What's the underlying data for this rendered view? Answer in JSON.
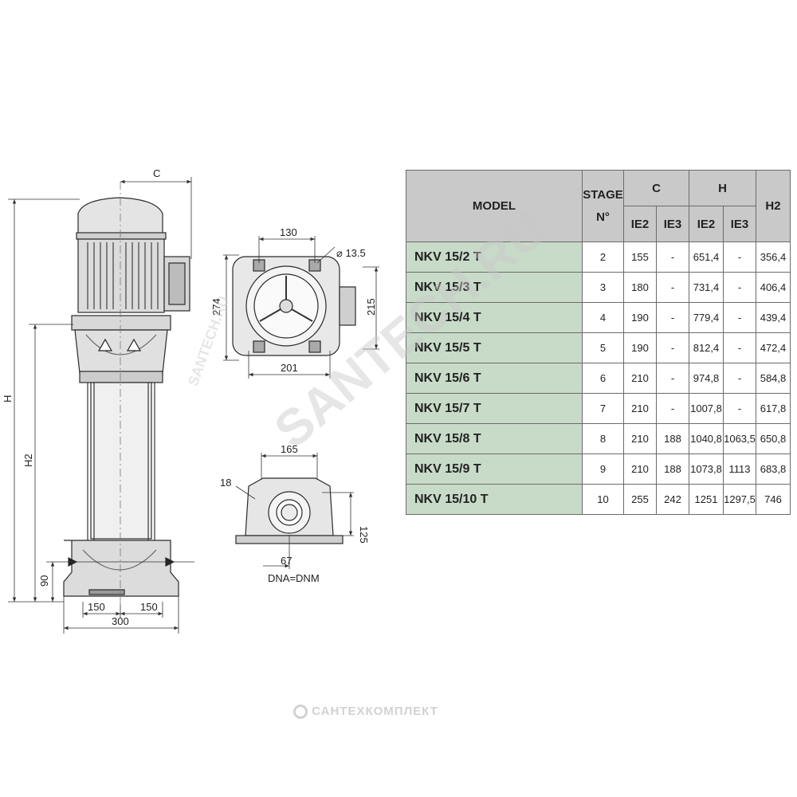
{
  "dimensions": {
    "c": "C",
    "h": "H",
    "h2": "H2",
    "d90": "90",
    "d150a": "150",
    "d150b": "150",
    "d300": "300",
    "d130": "130",
    "d13_5": "⌀ 13.5",
    "d274": "274",
    "d215": "215",
    "d201": "201",
    "d165": "165",
    "d18": "18",
    "d125": "125",
    "d67": "67",
    "dna": "DNA=DNM"
  },
  "table": {
    "headers": {
      "model": "MODEL",
      "stage_line1": "STAGE",
      "stage_line2": "N°",
      "c": "C",
      "h": "H",
      "h2": "H2",
      "ie2": "IE2",
      "ie3": "IE3"
    },
    "rows": [
      {
        "model": "NKV 15/2 T",
        "stage": "2",
        "c_ie2": "155",
        "c_ie3": "-",
        "h_ie2": "651,4",
        "h_ie3": "-",
        "h2": "356,4"
      },
      {
        "model": "NKV 15/3 T",
        "stage": "3",
        "c_ie2": "180",
        "c_ie3": "-",
        "h_ie2": "731,4",
        "h_ie3": "-",
        "h2": "406,4"
      },
      {
        "model": "NKV 15/4 T",
        "stage": "4",
        "c_ie2": "190",
        "c_ie3": "-",
        "h_ie2": "779,4",
        "h_ie3": "-",
        "h2": "439,4"
      },
      {
        "model": "NKV 15/5 T",
        "stage": "5",
        "c_ie2": "190",
        "c_ie3": "-",
        "h_ie2": "812,4",
        "h_ie3": "-",
        "h2": "472,4"
      },
      {
        "model": "NKV 15/6 T",
        "stage": "6",
        "c_ie2": "210",
        "c_ie3": "-",
        "h_ie2": "974,8",
        "h_ie3": "-",
        "h2": "584,8"
      },
      {
        "model": "NKV 15/7 T",
        "stage": "7",
        "c_ie2": "210",
        "c_ie3": "-",
        "h_ie2": "1007,8",
        "h_ie3": "-",
        "h2": "617,8"
      },
      {
        "model": "NKV 15/8 T",
        "stage": "8",
        "c_ie2": "210",
        "c_ie3": "188",
        "h_ie2": "1040,8",
        "h_ie3": "1063,5",
        "h2": "650,8"
      },
      {
        "model": "NKV 15/9 T",
        "stage": "9",
        "c_ie2": "210",
        "c_ie3": "188",
        "h_ie2": "1073,8",
        "h_ie3": "1113",
        "h2": "683,8"
      },
      {
        "model": "NKV 15/10 T",
        "stage": "10",
        "c_ie2": "255",
        "c_ie3": "242",
        "h_ie2": "1251",
        "h_ie3": "1297,5",
        "h2": "746"
      }
    ]
  },
  "watermarks": {
    "diagonal": "SANTECH.RU",
    "bottom": "САНТЕХКОМПЛЕКТ",
    "side": "SANTECH.RU"
  },
  "colors": {
    "header_bg": "#c9c9c9",
    "model_bg": "#c8dbc8",
    "border": "#6b6b6b"
  }
}
